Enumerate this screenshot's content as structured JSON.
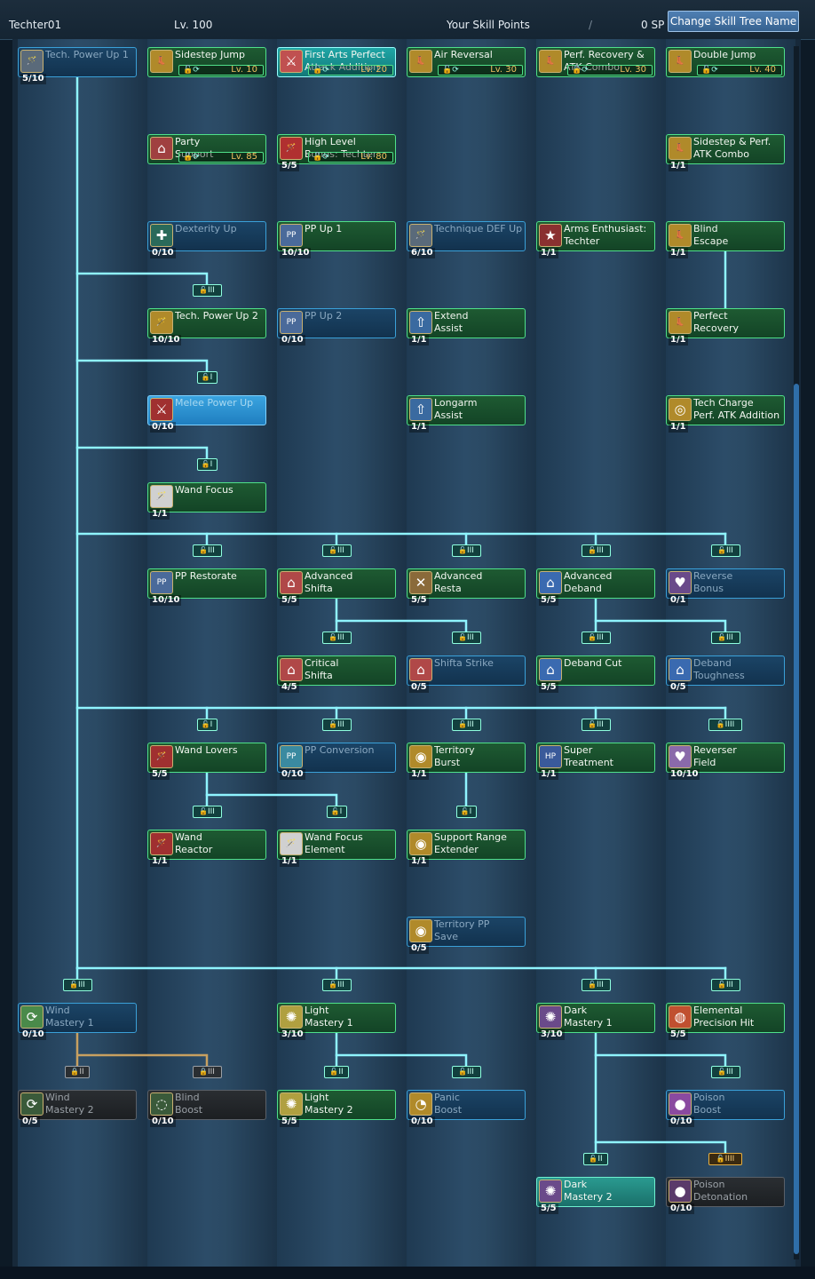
{
  "header": {
    "tree_name": "Techter01",
    "level": "Lv. 100",
    "skill_points_label": "Your Skill Points",
    "slash": "/",
    "sp_value": "0 SP",
    "change_button": "Change Skill Tree Name"
  },
  "colors": {
    "connector": "#8ff4ff",
    "locked_connector": "#c8a060",
    "learned": "#1e5a32",
    "unlearned": "#1b4466"
  },
  "nodes": [
    {
      "id": "tech-power-up-1",
      "col": 0,
      "row": 0,
      "name": "Tech. Power Up 1",
      "level": "5/10",
      "state": "inactive",
      "icon": "wand-icon",
      "glyph": "🪄",
      "color": "#5a6a7a"
    },
    {
      "id": "sidestep-jump",
      "col": 1,
      "row": 0,
      "name": "Sidestep Jump",
      "req": "Lv. 10",
      "state": "learned",
      "icon": "boot-icon",
      "glyph": "👢",
      "color": "#b08a2a"
    },
    {
      "id": "first-arts",
      "col": 2,
      "row": 0,
      "name": "First Arts Perfect\nAttack Addition",
      "req": "Lv. 20",
      "state": "selected",
      "icon": "slash-icon",
      "glyph": "⚔",
      "color": "#c05050"
    },
    {
      "id": "air-reversal",
      "col": 3,
      "row": 0,
      "name": "Air Reversal",
      "req": "Lv. 30",
      "state": "learned",
      "icon": "boot-icon",
      "glyph": "👢",
      "color": "#b08a2a"
    },
    {
      "id": "perf-recovery-atk",
      "col": 4,
      "row": 0,
      "name": "Perf. Recovery &\nATK Combo",
      "req": "Lv. 30",
      "state": "learned",
      "icon": "boot-icon",
      "glyph": "👢",
      "color": "#b08a2a"
    },
    {
      "id": "double-jump",
      "col": 5,
      "row": 0,
      "name": "Double Jump",
      "req": "Lv. 40",
      "state": "learned",
      "icon": "boot-icon",
      "glyph": "👢",
      "color": "#b08a2a"
    },
    {
      "id": "party-support",
      "col": 1,
      "row": 1,
      "name": "Party\nSupport",
      "req": "Lv. 85",
      "state": "learned",
      "icon": "party-icon",
      "glyph": "⌂",
      "color": "#a04040"
    },
    {
      "id": "high-level-bonus",
      "col": 2,
      "row": 1,
      "name": "High Level\nBonus: Techter",
      "level": "5/5",
      "req": "Lv. 80",
      "state": "learned",
      "icon": "wand-icon",
      "glyph": "🪄",
      "color": "#b03030"
    },
    {
      "id": "sidestep-perf-atk",
      "col": 5,
      "row": 1,
      "name": "Sidestep & Perf.\nATK Combo",
      "level": "1/1",
      "state": "learned",
      "icon": "boot-icon",
      "glyph": "👢",
      "color": "#b08a2a"
    },
    {
      "id": "dexterity-up",
      "col": 1,
      "row": 2,
      "name": "Dexterity Up",
      "level": "0/10",
      "state": "inactive",
      "icon": "dex-icon",
      "glyph": "✚",
      "color": "#2a6a5a"
    },
    {
      "id": "pp-up-1",
      "col": 2,
      "row": 2,
      "name": "PP Up 1",
      "level": "10/10",
      "state": "learned",
      "icon": "pp-icon",
      "glyph": "PP",
      "color": "#4a6a9a"
    },
    {
      "id": "technique-def-up",
      "col": 3,
      "row": 2,
      "name": "Technique DEF Up",
      "level": "6/10",
      "state": "inactive",
      "icon": "wand-icon",
      "glyph": "🪄",
      "color": "#5a6a7a"
    },
    {
      "id": "arms-enthusiast",
      "col": 4,
      "row": 2,
      "name": "Arms Enthusiast:\nTechter",
      "level": "1/1",
      "state": "learned",
      "icon": "arms-icon",
      "glyph": "★",
      "color": "#8a3030"
    },
    {
      "id": "blind-escape",
      "col": 5,
      "row": 2,
      "name": "Blind\nEscape",
      "level": "1/1",
      "state": "learned",
      "icon": "boot-icon",
      "glyph": "👢",
      "color": "#b08a2a"
    },
    {
      "id": "tech-power-up-2",
      "col": 1,
      "row": 3,
      "name": "Tech. Power Up 2",
      "level": "10/10",
      "state": "learned",
      "icon": "wand-icon",
      "glyph": "🪄",
      "color": "#b08a2a"
    },
    {
      "id": "pp-up-2",
      "col": 2,
      "row": 3,
      "name": "PP Up 2",
      "level": "0/10",
      "state": "inactive",
      "icon": "pp-icon",
      "glyph": "PP",
      "color": "#4a6a9a"
    },
    {
      "id": "extend-assist",
      "col": 3,
      "row": 3,
      "name": "Extend\nAssist",
      "level": "1/1",
      "state": "learned",
      "icon": "assist-icon",
      "glyph": "⇧",
      "color": "#3a6aa0"
    },
    {
      "id": "perfect-recovery",
      "col": 5,
      "row": 3,
      "name": "Perfect\nRecovery",
      "level": "1/1",
      "state": "learned",
      "icon": "boot-icon",
      "glyph": "👢",
      "color": "#b08a2a"
    },
    {
      "id": "melee-power-up",
      "col": 1,
      "row": 4,
      "name": "Melee Power Up",
      "level": "0/10",
      "state": "highlight",
      "icon": "sword-icon",
      "glyph": "⚔",
      "color": "#a03030"
    },
    {
      "id": "longarm-assist",
      "col": 3,
      "row": 4,
      "name": "Longarm\nAssist",
      "level": "1/1",
      "state": "learned",
      "icon": "assist-icon",
      "glyph": "⇧",
      "color": "#3a6aa0"
    },
    {
      "id": "tech-charge-perf",
      "col": 5,
      "row": 4,
      "name": "Tech Charge\nPerf. ATK Addition",
      "level": "1/1",
      "state": "learned",
      "icon": "charge-icon",
      "glyph": "◎",
      "color": "#b08a2a"
    },
    {
      "id": "wand-focus",
      "col": 1,
      "row": 5,
      "name": "Wand Focus",
      "level": "1/1",
      "state": "learned",
      "icon": "wand-icon",
      "glyph": "🪄",
      "color": "#d0d0d0"
    },
    {
      "id": "pp-restorate",
      "col": 1,
      "row": 6,
      "name": "PP Restorate",
      "level": "10/10",
      "state": "learned",
      "icon": "pp-icon",
      "glyph": "PP",
      "color": "#4a6a9a"
    },
    {
      "id": "advanced-shifta",
      "col": 2,
      "row": 6,
      "name": "Advanced\nShifta",
      "level": "5/5",
      "state": "learned",
      "icon": "shifta-icon",
      "glyph": "⌂",
      "color": "#b04848"
    },
    {
      "id": "advanced-resta",
      "col": 3,
      "row": 6,
      "name": "Advanced\nResta",
      "level": "5/5",
      "state": "learned",
      "icon": "resta-icon",
      "glyph": "✕",
      "color": "#8a6a3a"
    },
    {
      "id": "advanced-deband",
      "col": 4,
      "row": 6,
      "name": "Advanced\nDeband",
      "level": "5/5",
      "state": "learned",
      "icon": "deband-icon",
      "glyph": "⌂",
      "color": "#3a6ab0"
    },
    {
      "id": "reverse-bonus",
      "col": 5,
      "row": 6,
      "name": "Reverse\nBonus",
      "level": "0/1",
      "state": "inactive",
      "icon": "heart-icon",
      "glyph": "♥",
      "color": "#6a4a8a"
    },
    {
      "id": "critical-shifta",
      "col": 2,
      "row": 7,
      "name": "Critical\nShifta",
      "level": "4/5",
      "state": "learned",
      "icon": "shifta-icon",
      "glyph": "⌂",
      "color": "#b04848"
    },
    {
      "id": "shifta-strike",
      "col": 3,
      "row": 7,
      "name": "Shifta Strike",
      "level": "0/5",
      "state": "inactive",
      "icon": "shifta-icon",
      "glyph": "⌂",
      "color": "#b04848"
    },
    {
      "id": "deband-cut",
      "col": 4,
      "row": 7,
      "name": "Deband Cut",
      "level": "5/5",
      "state": "learned",
      "icon": "deband-icon",
      "glyph": "⌂",
      "color": "#3a6ab0"
    },
    {
      "id": "deband-toughness",
      "col": 5,
      "row": 7,
      "name": "Deband\nToughness",
      "level": "0/5",
      "state": "inactive",
      "icon": "deband-icon",
      "glyph": "⌂",
      "color": "#3a6ab0"
    },
    {
      "id": "wand-lovers",
      "col": 1,
      "row": 8,
      "name": "Wand Lovers",
      "level": "5/5",
      "state": "learned",
      "icon": "wand-icon",
      "glyph": "🪄",
      "color": "#a03030"
    },
    {
      "id": "pp-conversion",
      "col": 2,
      "row": 8,
      "name": "PP Conversion",
      "level": "0/10",
      "state": "inactive",
      "icon": "pp-icon",
      "glyph": "PP",
      "color": "#3a8aa0"
    },
    {
      "id": "territory-burst",
      "col": 3,
      "row": 8,
      "name": "Territory\nBurst",
      "level": "1/1",
      "state": "learned",
      "icon": "territory-icon",
      "glyph": "◉",
      "color": "#b08a2a"
    },
    {
      "id": "super-treatment",
      "col": 4,
      "row": 8,
      "name": "Super\nTreatment",
      "level": "1/1",
      "state": "learned",
      "icon": "hp-icon",
      "glyph": "HP",
      "color": "#3a5a9a"
    },
    {
      "id": "reverser-field",
      "col": 5,
      "row": 8,
      "name": "Reverser\nField",
      "level": "10/10",
      "state": "learned",
      "icon": "heart-icon",
      "glyph": "♥",
      "color": "#8a6aaa"
    },
    {
      "id": "wand-reactor",
      "col": 1,
      "row": 9,
      "name": "Wand\nReactor",
      "level": "1/1",
      "state": "learned",
      "icon": "wand-icon",
      "glyph": "🪄",
      "color": "#a03030"
    },
    {
      "id": "wand-focus-element",
      "col": 2,
      "row": 9,
      "name": "Wand Focus\nElement",
      "level": "1/1",
      "state": "learned",
      "icon": "wand-icon",
      "glyph": "🪄",
      "color": "#d0d0d0"
    },
    {
      "id": "support-range-extender",
      "col": 3,
      "row": 9,
      "name": "Support Range\nExtender",
      "level": "1/1",
      "state": "learned",
      "icon": "territory-icon",
      "glyph": "◉",
      "color": "#b08a2a"
    },
    {
      "id": "territory-pp-save",
      "col": 3,
      "row": 10,
      "name": "Territory PP\nSave",
      "level": "0/5",
      "state": "inactive",
      "icon": "territory-icon",
      "glyph": "◉",
      "color": "#b08a2a"
    },
    {
      "id": "wind-mastery-1",
      "col": 0,
      "row": 11,
      "name": "Wind\nMastery 1",
      "level": "0/10",
      "state": "inactive",
      "icon": "wind-icon",
      "glyph": "⟳",
      "color": "#4a8a4a"
    },
    {
      "id": "light-mastery-1",
      "col": 2,
      "row": 11,
      "name": "Light\nMastery 1",
      "level": "3/10",
      "state": "learned",
      "icon": "light-icon",
      "glyph": "✺",
      "color": "#b0a040"
    },
    {
      "id": "dark-mastery-1",
      "col": 4,
      "row": 11,
      "name": "Dark\nMastery 1",
      "level": "3/10",
      "state": "learned",
      "icon": "dark-icon",
      "glyph": "✺",
      "color": "#6a4a8a"
    },
    {
      "id": "elemental-precision-hit",
      "col": 5,
      "row": 11,
      "name": "Elemental\nPrecision Hit",
      "level": "5/5",
      "state": "learned",
      "icon": "element-icon",
      "glyph": "◍",
      "color": "#c05030"
    },
    {
      "id": "wind-mastery-2",
      "col": 0,
      "row": 12,
      "name": "Wind\nMastery 2",
      "level": "0/5",
      "state": "locked",
      "icon": "wind-icon",
      "glyph": "⟳",
      "color": "#3a5a3a"
    },
    {
      "id": "blind-boost",
      "col": 1,
      "row": 12,
      "name": "Blind\nBoost",
      "level": "0/10",
      "state": "locked",
      "icon": "blind-icon",
      "glyph": "◌",
      "color": "#3a5a3a"
    },
    {
      "id": "light-mastery-2",
      "col": 2,
      "row": 12,
      "name": "Light\nMastery 2",
      "level": "5/5",
      "state": "learned",
      "icon": "light-icon",
      "glyph": "✺",
      "color": "#b0a040"
    },
    {
      "id": "panic-boost",
      "col": 3,
      "row": 12,
      "name": "Panic\nBoost",
      "level": "0/10",
      "state": "inactive",
      "icon": "panic-icon",
      "glyph": "◔",
      "color": "#b08a2a"
    },
    {
      "id": "poison-boost",
      "col": 5,
      "row": 12,
      "name": "Poison\nBoost",
      "level": "0/10",
      "state": "inactive",
      "icon": "poison-icon",
      "glyph": "●",
      "color": "#8a4aa0"
    },
    {
      "id": "dark-mastery-2",
      "col": 4,
      "row": 13,
      "name": "Dark\nMastery 2",
      "level": "5/5",
      "state": "teal",
      "icon": "dark-icon",
      "glyph": "✺",
      "color": "#6a4a8a"
    },
    {
      "id": "poison-detonation",
      "col": 5,
      "row": 13,
      "name": "Poison\nDetonation",
      "level": "0/10",
      "state": "locked",
      "icon": "poison-icon",
      "glyph": "●",
      "color": "#5a3a6a"
    }
  ],
  "badges": [
    {
      "col": 1,
      "row": 3,
      "text": "III",
      "kind": "normal"
    },
    {
      "col": 1,
      "row": 4,
      "text": "I",
      "kind": "normal"
    },
    {
      "col": 1,
      "row": 5,
      "text": "I",
      "kind": "normal"
    },
    {
      "col": 1,
      "row": 6,
      "text": "III",
      "kind": "normal"
    },
    {
      "col": 2,
      "row": 6,
      "text": "III",
      "kind": "normal"
    },
    {
      "col": 3,
      "row": 6,
      "text": "III",
      "kind": "normal"
    },
    {
      "col": 4,
      "row": 6,
      "text": "III",
      "kind": "normal"
    },
    {
      "col": 5,
      "row": 6,
      "text": "III",
      "kind": "normal"
    },
    {
      "col": 2,
      "row": 7,
      "text": "III",
      "kind": "normal"
    },
    {
      "col": 3,
      "row": 7,
      "text": "III",
      "kind": "normal"
    },
    {
      "col": 4,
      "row": 7,
      "text": "III",
      "kind": "normal"
    },
    {
      "col": 5,
      "row": 7,
      "text": "III",
      "kind": "normal"
    },
    {
      "col": 1,
      "row": 8,
      "text": "I",
      "kind": "normal"
    },
    {
      "col": 2,
      "row": 8,
      "text": "III",
      "kind": "normal"
    },
    {
      "col": 3,
      "row": 8,
      "text": "III",
      "kind": "normal"
    },
    {
      "col": 4,
      "row": 8,
      "text": "III",
      "kind": "normal"
    },
    {
      "col": 5,
      "row": 8,
      "text": "IIII",
      "kind": "normal"
    },
    {
      "col": 1,
      "row": 9,
      "text": "III",
      "kind": "normal"
    },
    {
      "col": 2,
      "row": 9,
      "text": "I",
      "kind": "normal"
    },
    {
      "col": 3,
      "row": 9,
      "text": "I",
      "kind": "normal"
    },
    {
      "col": 0,
      "row": 11,
      "text": "III",
      "kind": "normal"
    },
    {
      "col": 2,
      "row": 11,
      "text": "III",
      "kind": "normal"
    },
    {
      "col": 4,
      "row": 11,
      "text": "III",
      "kind": "normal"
    },
    {
      "col": 5,
      "row": 11,
      "text": "III",
      "kind": "normal"
    },
    {
      "col": 0,
      "row": 12,
      "text": "II",
      "kind": "lock"
    },
    {
      "col": 1,
      "row": 12,
      "text": "III",
      "kind": "lock"
    },
    {
      "col": 2,
      "row": 12,
      "text": "II",
      "kind": "normal"
    },
    {
      "col": 3,
      "row": 12,
      "text": "III",
      "kind": "normal"
    },
    {
      "col": 5,
      "row": 12,
      "text": "III",
      "kind": "normal"
    },
    {
      "col": 4,
      "row": 13,
      "text": "II",
      "kind": "normal"
    },
    {
      "col": 5,
      "row": 13,
      "text": "IIII",
      "kind": "gold"
    }
  ]
}
